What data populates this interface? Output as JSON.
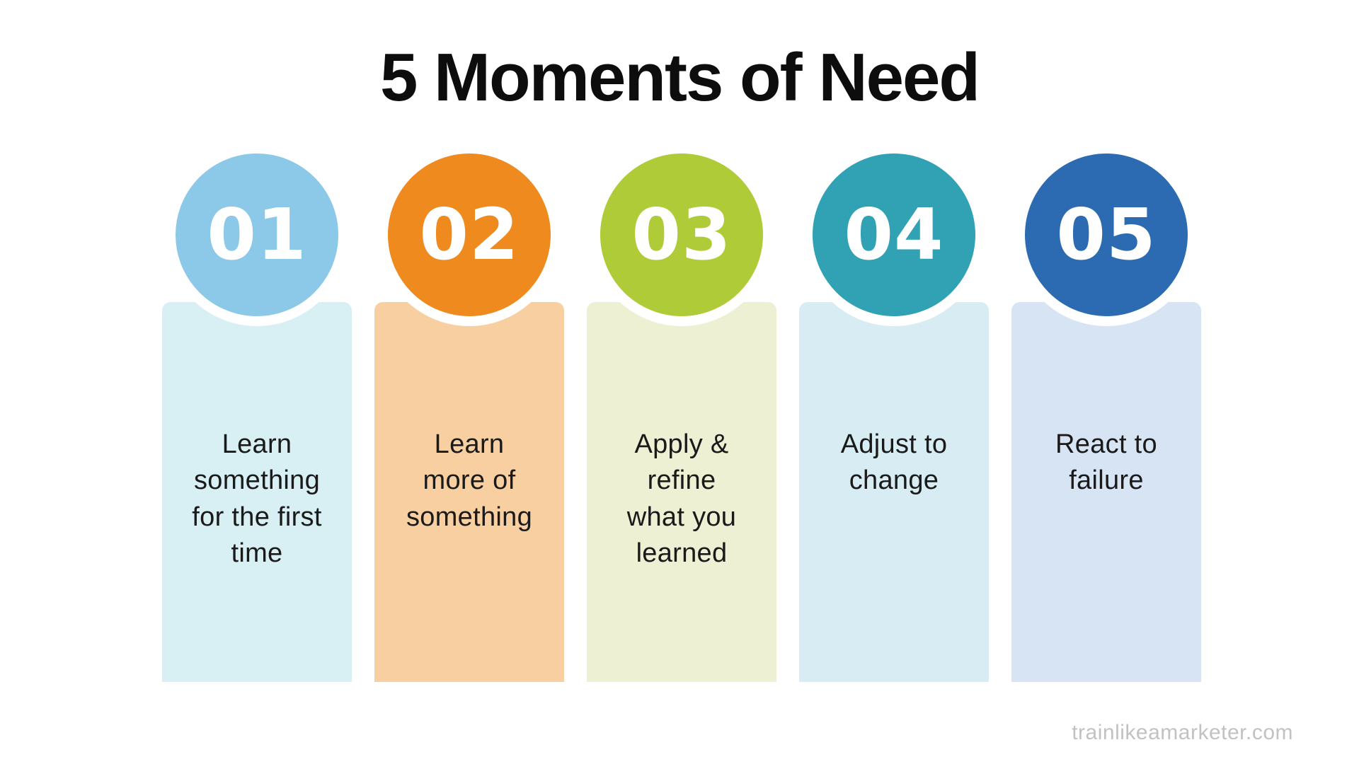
{
  "title": "5 Moments of Need",
  "watermark": "trainlikeamarketer.com",
  "colors": {
    "background": "#ffffff",
    "title_text": "#0d0d0d",
    "body_text": "#1a1a1a",
    "number_text": "#ffffff",
    "circle_ring": "#ffffff",
    "watermark_text": "#c2c2c2"
  },
  "steps": [
    {
      "number": "01",
      "label": "Learn\nsomething\nfor the first\ntime",
      "circle_color": "#8cc8e8",
      "panel_color": "#d8eff4"
    },
    {
      "number": "02",
      "label": "Learn\nmore of\nsomething",
      "circle_color": "#ee8a1e",
      "panel_color": "#f8cfa0"
    },
    {
      "number": "03",
      "label": "Apply &\nrefine\nwhat you\nlearned",
      "circle_color": "#afcb37",
      "panel_color": "#edf0d3"
    },
    {
      "number": "04",
      "label": "Adjust to\nchange",
      "circle_color": "#31a2b4",
      "panel_color": "#d8edf3"
    },
    {
      "number": "05",
      "label": "React to\nfailure",
      "circle_color": "#2c6bb2",
      "panel_color": "#d6e4f4"
    }
  ]
}
